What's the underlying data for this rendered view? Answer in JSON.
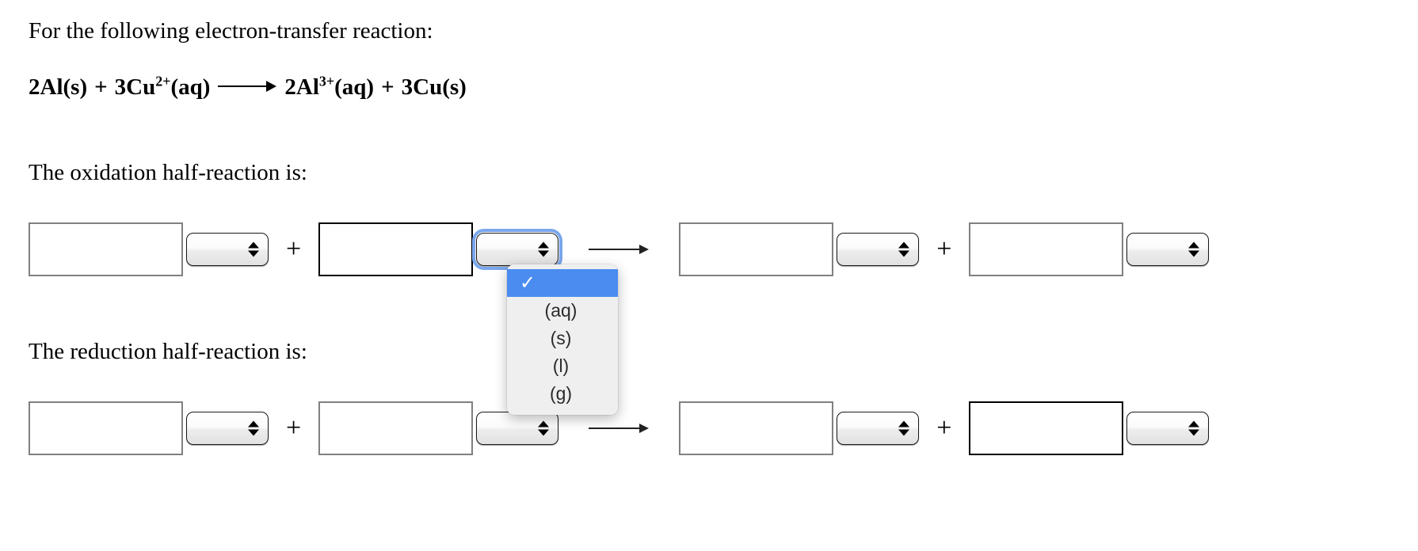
{
  "prompt": {
    "intro": "For the following electron-transfer reaction:",
    "oxidation_label": "The oxidation half-reaction is:",
    "reduction_label": "The reduction half-reaction is:"
  },
  "equation": {
    "reactant_1": {
      "coefficient": "2",
      "formula": "Al",
      "charge": "",
      "state": "(s)"
    },
    "reactant_2": {
      "coefficient": "3",
      "formula": "Cu",
      "charge": "2+",
      "state": "(aq)"
    },
    "product_1": {
      "coefficient": "2",
      "formula": "Al",
      "charge": "3+",
      "state": "(aq)"
    },
    "product_2": {
      "coefficient": "3",
      "formula": "Cu",
      "charge": "",
      "state": "(s)"
    },
    "plus": "+",
    "arrow": "reaction-arrow-right"
  },
  "rows": {
    "oxidation": {
      "name": "oxidation-half-reaction",
      "plus": "+",
      "arrow": "reaction-arrow-right",
      "fields": [
        {
          "box_value": "",
          "box_state": "normal",
          "select_value": "",
          "select_state": "normal"
        },
        {
          "box_value": "",
          "box_state": "focused",
          "select_value": "",
          "select_state": "open"
        },
        {
          "box_value": "",
          "box_state": "normal",
          "select_value": "",
          "select_state": "normal"
        },
        {
          "box_value": "",
          "box_state": "normal",
          "select_value": "",
          "select_state": "normal"
        }
      ]
    },
    "reduction": {
      "name": "reduction-half-reaction",
      "plus": "+",
      "arrow": "reaction-arrow-right",
      "fields": [
        {
          "box_value": "",
          "box_state": "normal",
          "select_value": "",
          "select_state": "normal"
        },
        {
          "box_value": "",
          "box_state": "normal",
          "select_value": "",
          "select_state": "normal"
        },
        {
          "box_value": "",
          "box_state": "normal",
          "select_value": "",
          "select_state": "normal"
        },
        {
          "box_value": "",
          "box_state": "focused",
          "select_value": "",
          "select_state": "normal"
        }
      ]
    }
  },
  "dropdown": {
    "open": true,
    "attached_to": "oxidation-field-2-state-select",
    "check_glyph": "✓",
    "options": [
      {
        "label": "",
        "selected": true
      },
      {
        "label": "(aq)",
        "selected": false
      },
      {
        "label": "(s)",
        "selected": false
      },
      {
        "label": "(l)",
        "selected": false
      },
      {
        "label": "(g)",
        "selected": false
      }
    ]
  },
  "colors": {
    "highlight_blue": "#4a8cf0",
    "focus_ring_blue": "#7aa7ec",
    "popup_background": "#efefef",
    "box_border": "#808080",
    "box_border_focused": "#000000",
    "page_background": "#ffffff"
  }
}
